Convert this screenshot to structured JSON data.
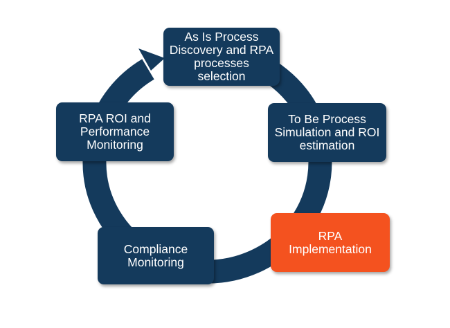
{
  "colors": {
    "ring": "#143a5c",
    "stage": "#143a5c",
    "highlight": "#f4521f",
    "text": "#ffffff"
  },
  "stages": [
    {
      "label": "As Is Process Discovery and RPA processes selection",
      "highlighted": false
    },
    {
      "label": "To Be Process Simulation and ROI estimation",
      "highlighted": false
    },
    {
      "label": "RPA Implementation",
      "highlighted": true
    },
    {
      "label": "Compliance Monitoring",
      "highlighted": false
    },
    {
      "label": "RPA ROI and Performance Monitoring",
      "highlighted": false
    }
  ]
}
